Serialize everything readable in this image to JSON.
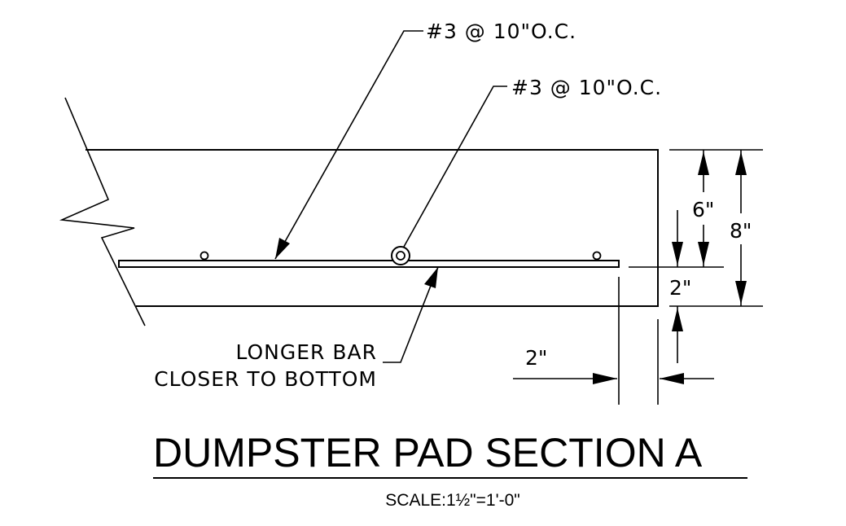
{
  "title": "DUMPSTER PAD SECTION A",
  "scale": "SCALE:1½\"=1'-0\"",
  "callouts": {
    "top_rebar": "#3 @ 10\"O.C.",
    "bar_dot": "#3 @ 10\"O.C.",
    "longer_bar_line1": "LONGER BAR",
    "longer_bar_line2": "CLOSER TO BOTTOM"
  },
  "dimensions": {
    "slab_thickness": "8\"",
    "top_to_bar": "6\"",
    "cover_bottom": "2\"",
    "cover_edge": "2\""
  }
}
